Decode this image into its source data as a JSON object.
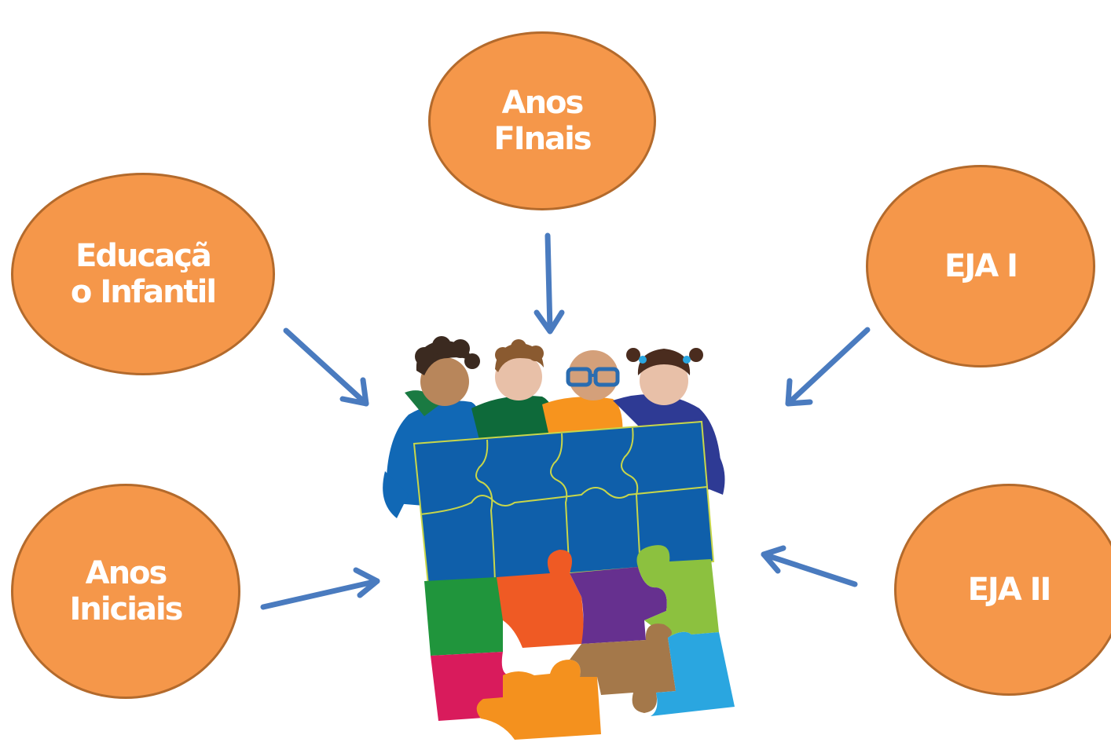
{
  "nodes": {
    "anos_finais": "Anos\nFInais",
    "educacao_infantil": "Educaçã\no Infantil",
    "eja_1": "EJA I",
    "anos_iniciais": "Anos\nIniciais",
    "eja_2": "EJA II"
  },
  "colors": {
    "node_fill": "#f5974a",
    "node_border": "#b36a2c",
    "arrow": "#4a7bbf",
    "puzzle_blue": "#0f5faa",
    "puzzle_green": "#20953c",
    "puzzle_orange": "#ef5a24",
    "puzzle_purple": "#66308f",
    "puzzle_lime": "#8cc13f",
    "puzzle_pink": "#d91b5c",
    "puzzle_brown": "#a4784a",
    "puzzle_sky": "#2aa6e0",
    "puzzle_yellow_orange": "#f4911e"
  },
  "central_image": "children-holding-puzzle-illustration"
}
